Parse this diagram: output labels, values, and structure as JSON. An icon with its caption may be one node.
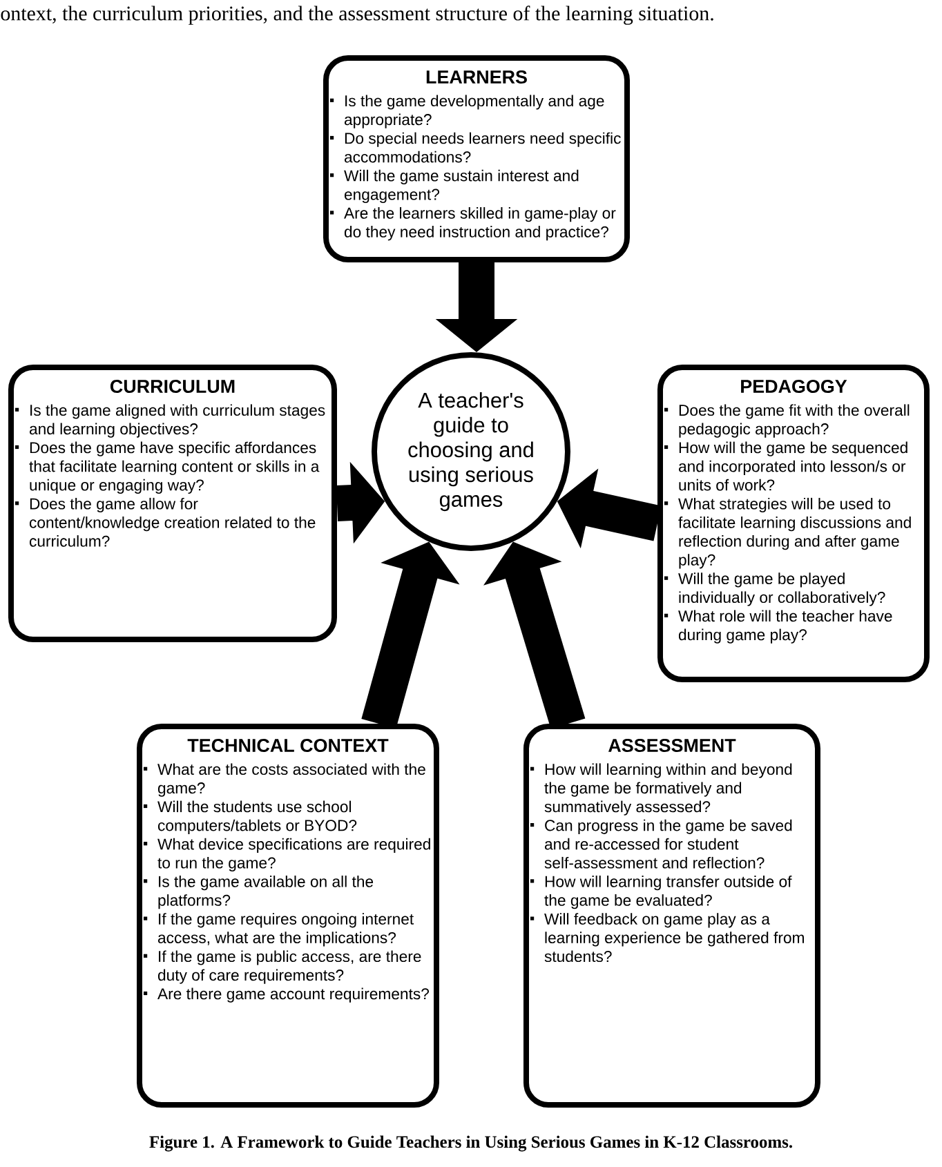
{
  "diagram": {
    "caption": "Figure 1. A Framework to Guide Teachers in Using Serious Games in K-12 Classrooms.",
    "nodes": [
      {
        "text": [
          "A teacher's guide to choosing and using serious games"
        ]
      },
      {
        "text": [
          "LEARNERS",
          "Is the game developmentally and age appropriate?",
          "Do special needs learners need specific accommodations?",
          "Will the game sustain interest and engagement?",
          "Are the learners skilled in game-play or do they need instruction and practice?"
        ]
      },
      {
        "text": [
          "PEDAGOGY",
          "Does the game fit with the overall pedagogic approach?",
          "How will the game be sequenced and incorporated into lesson/s or units of work?",
          "What strategies will be used to facilitate learning discussions and reflection during and after game play?",
          "Will the game be played individually or collaboratively?",
          "What role will the teacher have during game play?"
        ]
      },
      {
        "text": [
          "CURRICULUM",
          "Is the game aligned with curriculum stages and learning objectives?",
          "Does the game have specific affordances that facilitate learning content or skills in a unique or engaging way?",
          "Does the game allow for content/knowledge creation related to the curriculum?"
        ]
      },
      {
        "text": [
          "TECHNICAL CONTEXT",
          "What are the costs associated with the game?",
          "Will the students use school computers/tablets or BYOD?",
          "What device specifications are required to run the game?",
          "Is the game available on all the platforms?",
          "If the game requires ongoing internet access, what are the implications?",
          "If the game is public access, are there duty of care requirements?",
          "Are there game account requirements?"
        ]
      },
      {
        "text": [
          "ASSESSMENT",
          "How will learning within and beyond the game be formatively and summatively assessed?",
          "Can progress in the game be saved and re-accessed for student self-assessment and reflection?",
          "How will learning transfer outside of the game be evaluated?",
          "Will feedback on game play as a learning experience be gathered from students?"
        ]
      }
    ],
    "edges": [
      {
        "from": 1,
        "to": 0,
        "arrow": "to"
      },
      {
        "from": 2,
        "to": 0,
        "arrow": "to"
      },
      {
        "from": 3,
        "to": 0,
        "arrow": "to"
      },
      {
        "from": 4,
        "to": 0,
        "arrow": "to"
      },
      {
        "from": 5,
        "to": 0,
        "arrow": "to"
      }
    ],
    "labels": [
      "ontext, the curriculum priorities, and the assessment structure of the learning situation."
    ]
  }
}
